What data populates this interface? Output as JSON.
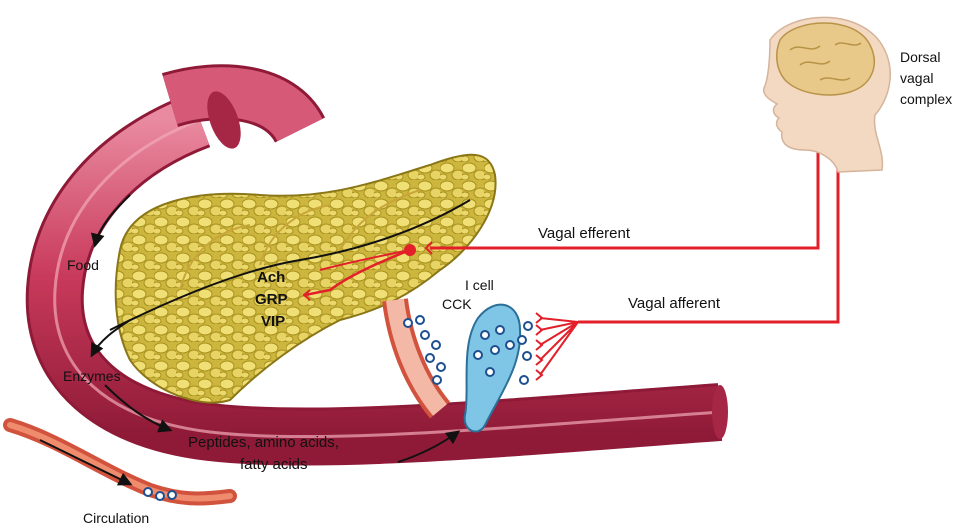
{
  "labels": {
    "food": "Food",
    "enzymes": "Enzymes",
    "ach": "Ach",
    "grp": "GRP",
    "vip": "VIP",
    "i_cell": "I cell",
    "cck": "CCK",
    "vagal_efferent": "Vagal efferent",
    "vagal_afferent": "Vagal afferent",
    "dorsal_vagal_complex": [
      "Dorsal",
      "vagal",
      "complex"
    ],
    "products": [
      "Peptides, amino acids,",
      "fatty acids"
    ],
    "circulation": "Circulation"
  },
  "colors": {
    "intestine": "#c8395a",
    "intestine_light": "#e98aa0",
    "intestine_dark": "#8e1a37",
    "pancreas": "#d8c34c",
    "pancreas_lobule": "#f2e27a",
    "nerve": "#e3202a",
    "i_cell": "#7fc6e6",
    "granule": "#1e4f8f",
    "brain": "#e9c98a",
    "head": "#f3d8c2"
  }
}
